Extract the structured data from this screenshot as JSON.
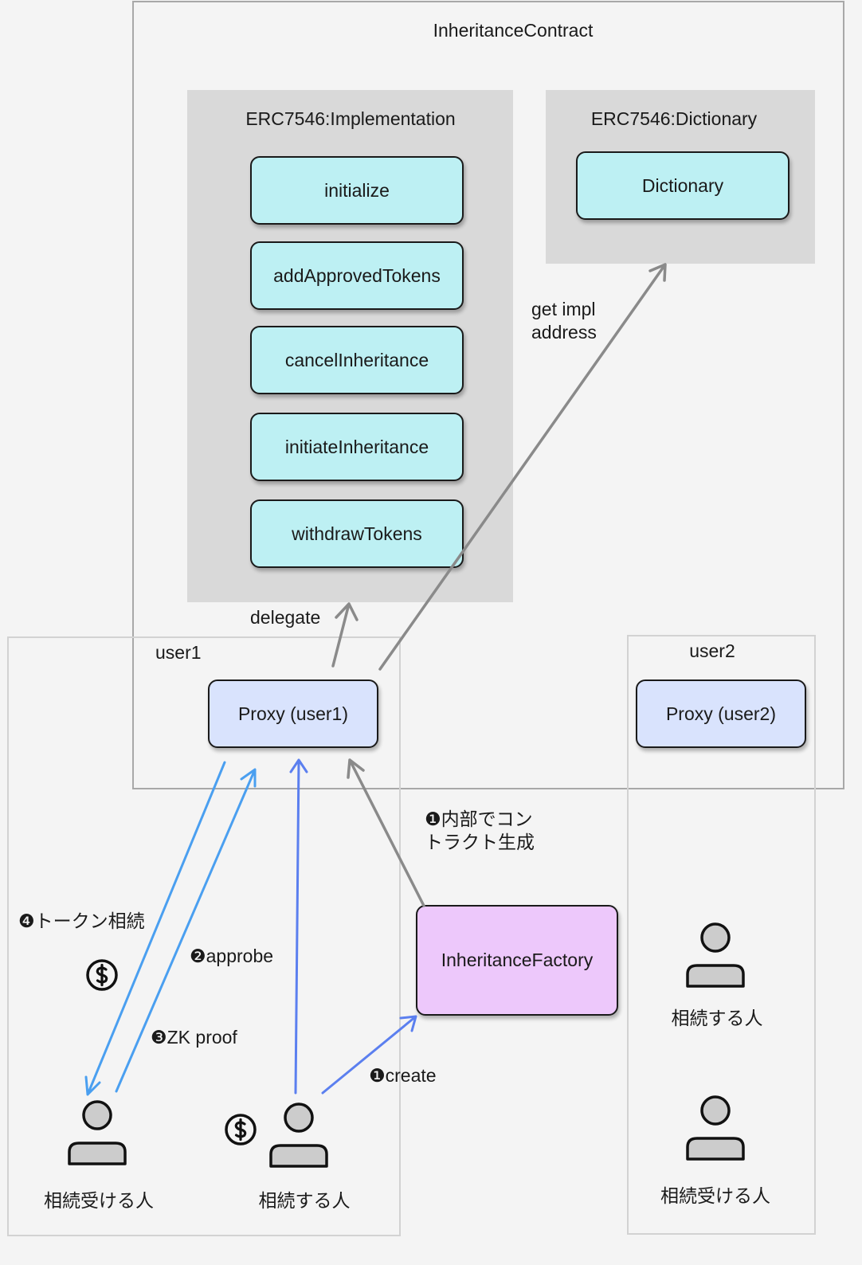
{
  "contract": {
    "title": "InheritanceContract"
  },
  "implementation": {
    "title": "ERC7546:Implementation",
    "functions": [
      "initialize",
      "addApprovedTokens",
      "cancelInheritance",
      "initiateInheritance",
      "withdrawTokens"
    ]
  },
  "dictionary": {
    "title": "ERC7546:Dictionary",
    "box": "Dictionary"
  },
  "user1": {
    "title": "user1",
    "proxy": "Proxy (user1)",
    "heir": "相続受ける人",
    "testator": "相続する人"
  },
  "user2": {
    "title": "user2",
    "proxy": "Proxy (user2)",
    "testator": "相続する人",
    "heir": "相続受ける人"
  },
  "factory": {
    "label": "InheritanceFactory"
  },
  "edges": {
    "delegate": "delegate",
    "get_impl_line1": "get impl",
    "get_impl_line2": "address",
    "internal_create_line1": "❶内部でコン",
    "internal_create_line2": "トラクト生成",
    "token_inherit": "❹トークン相続",
    "approbe": "❷approbe",
    "zk_proof": "❸ZK  proof",
    "create": "❶create"
  },
  "icons": {
    "person": "person-icon",
    "coin": "dollar-coin-icon",
    "arrow": "arrow-icon"
  },
  "colors": {
    "function_fill": "#bdf0f3",
    "proxy_fill": "#d9e3fd",
    "factory_fill": "#edc8fb",
    "panel_fill": "#d9d9d9",
    "gray_arrow": "#8a8a8a",
    "light_blue_arrow": "#4a9ff0",
    "blue_arrow": "#5b7fef"
  }
}
